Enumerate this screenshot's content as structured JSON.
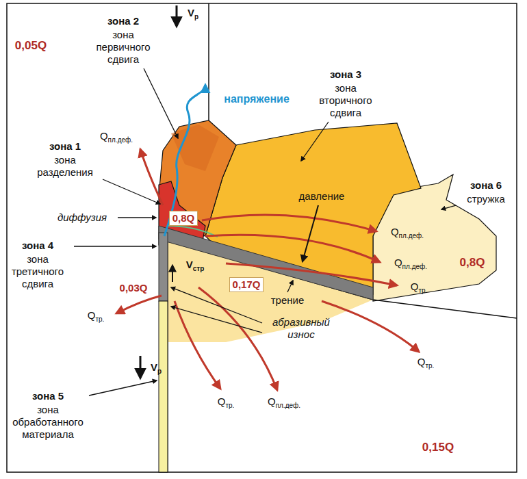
{
  "diagram": {
    "labels": [
      "0,05Q",
      "зона 2",
      "зона первичного сдвига",
      "Vр",
      "напряжение",
      "зона 3",
      "зона вторичного сдвига",
      "Qпл.деф.",
      "зона 1",
      "зона разделения",
      "диффузия",
      "0,8Q",
      "давление",
      "зона 6",
      "стружка",
      "зона 4",
      "зона третичного сдвига",
      "Vстр",
      "Qпл.деф.",
      "Qпл.деф.",
      "0,8Q",
      "0,17Q",
      "Qтр.",
      "трение",
      "0,03Q",
      "Qтр.",
      "абразивный износ",
      "Qтр.",
      "Qпл.деф.",
      "Qтр.",
      "Vр",
      "зона 5",
      "зона обработанного материала",
      "0,15Q"
    ]
  }
}
